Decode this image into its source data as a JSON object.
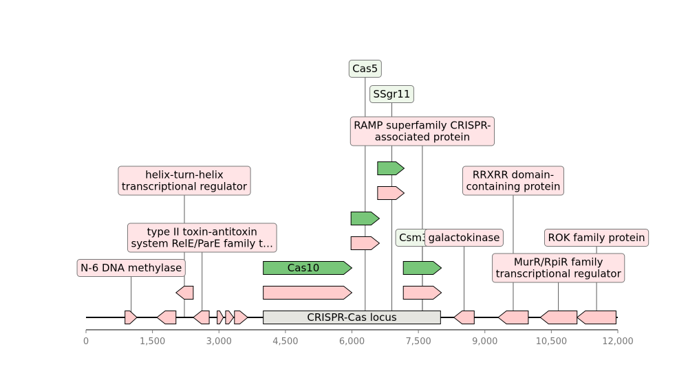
{
  "diagram": {
    "type": "genomic-locus-map",
    "axis": {
      "xlim": [
        0,
        12000
      ],
      "ticks": [
        0,
        1500,
        3000,
        4500,
        6000,
        7500,
        9000,
        10500,
        12000
      ],
      "tick_labels": [
        "0",
        "1,500",
        "3,000",
        "4,500",
        "6,000",
        "7,500",
        "9,000",
        "10,500",
        "12,000"
      ]
    },
    "colors": {
      "crispr": "#78c679",
      "gene": "#ffcccc",
      "locus": "#e5e5e0",
      "label_bg_pink": "#ffe4e6",
      "label_bg_green": "#eef7ea",
      "outline": "#000000",
      "backbone": "#000000"
    },
    "locus": {
      "label": "CRISPR-Cas locus",
      "start": 4000,
      "end": 8000
    },
    "features": [
      {
        "start": 880,
        "end": 1150,
        "strand": 1,
        "row": 0,
        "type": "gene"
      },
      {
        "start": 1600,
        "end": 2030,
        "strand": -1,
        "row": 0,
        "type": "gene"
      },
      {
        "start": 2420,
        "end": 2780,
        "strand": -1,
        "row": 0,
        "type": "gene"
      },
      {
        "start": 2960,
        "end": 3100,
        "strand": 1,
        "row": 0,
        "type": "gene"
      },
      {
        "start": 3150,
        "end": 3330,
        "strand": 1,
        "row": 0,
        "type": "gene"
      },
      {
        "start": 3350,
        "end": 3650,
        "strand": 1,
        "row": 0,
        "type": "gene"
      },
      {
        "start": 2030,
        "end": 2420,
        "strand": -1,
        "row": 1,
        "type": "gene"
      },
      {
        "start": 4000,
        "end": 6000,
        "strand": 1,
        "row": 1,
        "type": "gene"
      },
      {
        "start": 4000,
        "end": 6000,
        "strand": 1,
        "row": 2,
        "type": "crispr",
        "label": "Cas10"
      },
      {
        "start": 5980,
        "end": 6620,
        "strand": 1,
        "row": 3,
        "type": "gene"
      },
      {
        "start": 5980,
        "end": 6620,
        "strand": 1,
        "row": 4,
        "type": "crispr"
      },
      {
        "start": 6580,
        "end": 7180,
        "strand": 1,
        "row": 5,
        "type": "gene"
      },
      {
        "start": 6580,
        "end": 7180,
        "strand": 1,
        "row": 6,
        "type": "crispr"
      },
      {
        "start": 7160,
        "end": 8020,
        "strand": 1,
        "row": 1,
        "type": "gene"
      },
      {
        "start": 7160,
        "end": 8020,
        "strand": 1,
        "row": 2,
        "type": "crispr"
      },
      {
        "start": 8300,
        "end": 8760,
        "strand": -1,
        "row": 0,
        "type": "gene"
      },
      {
        "start": 9300,
        "end": 9980,
        "strand": -1,
        "row": 0,
        "type": "gene"
      },
      {
        "start": 10250,
        "end": 11080,
        "strand": -1,
        "row": 0,
        "type": "gene"
      },
      {
        "start": 11080,
        "end": 11960,
        "strand": -1,
        "row": 0,
        "type": "gene"
      }
    ],
    "annotations": [
      {
        "text": [
          "N-6 DNA methylase"
        ],
        "pos": 1020,
        "level": 0,
        "style": "pink"
      },
      {
        "text": [
          "type II toxin-antitoxin",
          "system RelE/ParE family t…"
        ],
        "pos": 2620,
        "level": 1,
        "style": "pink"
      },
      {
        "text": [
          "helix-turn-helix",
          "transcriptional regulator"
        ],
        "pos": 2220,
        "level": 2,
        "style": "pink"
      },
      {
        "text": [
          "Cas5"
        ],
        "pos": 6300,
        "level": 5,
        "style": "green"
      },
      {
        "text": [
          "SSgr11"
        ],
        "pos": 6900,
        "level": 4,
        "style": "green"
      },
      {
        "text": [
          "RAMP superfamily CRISPR-",
          "associated protein"
        ],
        "pos": 7590,
        "level": 3,
        "style": "pink"
      },
      {
        "text": [
          "Csm3gr7"
        ],
        "pos": 7590,
        "level": 1,
        "style": "green"
      },
      {
        "text": [
          "galactokinase"
        ],
        "pos": 8530,
        "level": 1,
        "style": "pink"
      },
      {
        "text": [
          "RRXRR domain-",
          "containing protein"
        ],
        "pos": 9640,
        "level": 2,
        "style": "pink"
      },
      {
        "text": [
          "MurR/RpiR family",
          "transcriptional regulator"
        ],
        "pos": 10660,
        "level": 0,
        "style": "pink"
      },
      {
        "text": [
          "ROK family protein"
        ],
        "pos": 11520,
        "level": 1,
        "style": "pink"
      }
    ]
  }
}
